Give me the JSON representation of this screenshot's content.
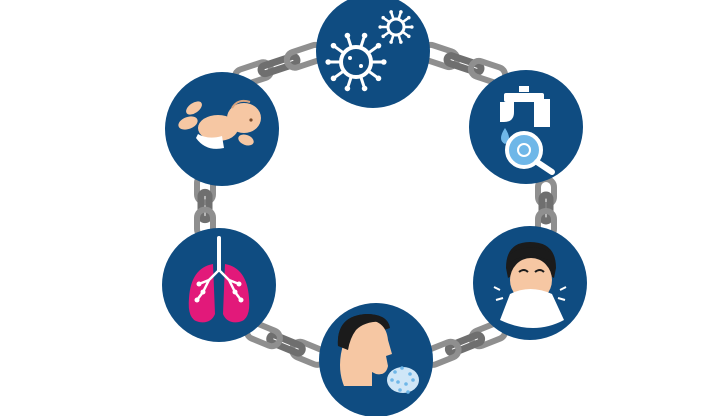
{
  "diagram": {
    "nodes": [
      {
        "id": "pathogen",
        "icon": "virus-icon"
      },
      {
        "id": "reservoir",
        "icon": "water-tap-magnifier-icon"
      },
      {
        "id": "portal-of-exit",
        "icon": "sneezing-person-icon"
      },
      {
        "id": "mode-of-transmission",
        "icon": "person-exhaling-droplets-icon"
      },
      {
        "id": "portal-of-entry",
        "icon": "lungs-icon"
      },
      {
        "id": "susceptible-host",
        "icon": "infant-icon"
      }
    ],
    "colors": {
      "circle": "#0f4c81",
      "chain": "#8f8f8f",
      "chain_dark": "#6f6f6f",
      "skin": "#f6c7a3",
      "lungs": "#e2197a",
      "water": "#6fb7e8"
    }
  }
}
